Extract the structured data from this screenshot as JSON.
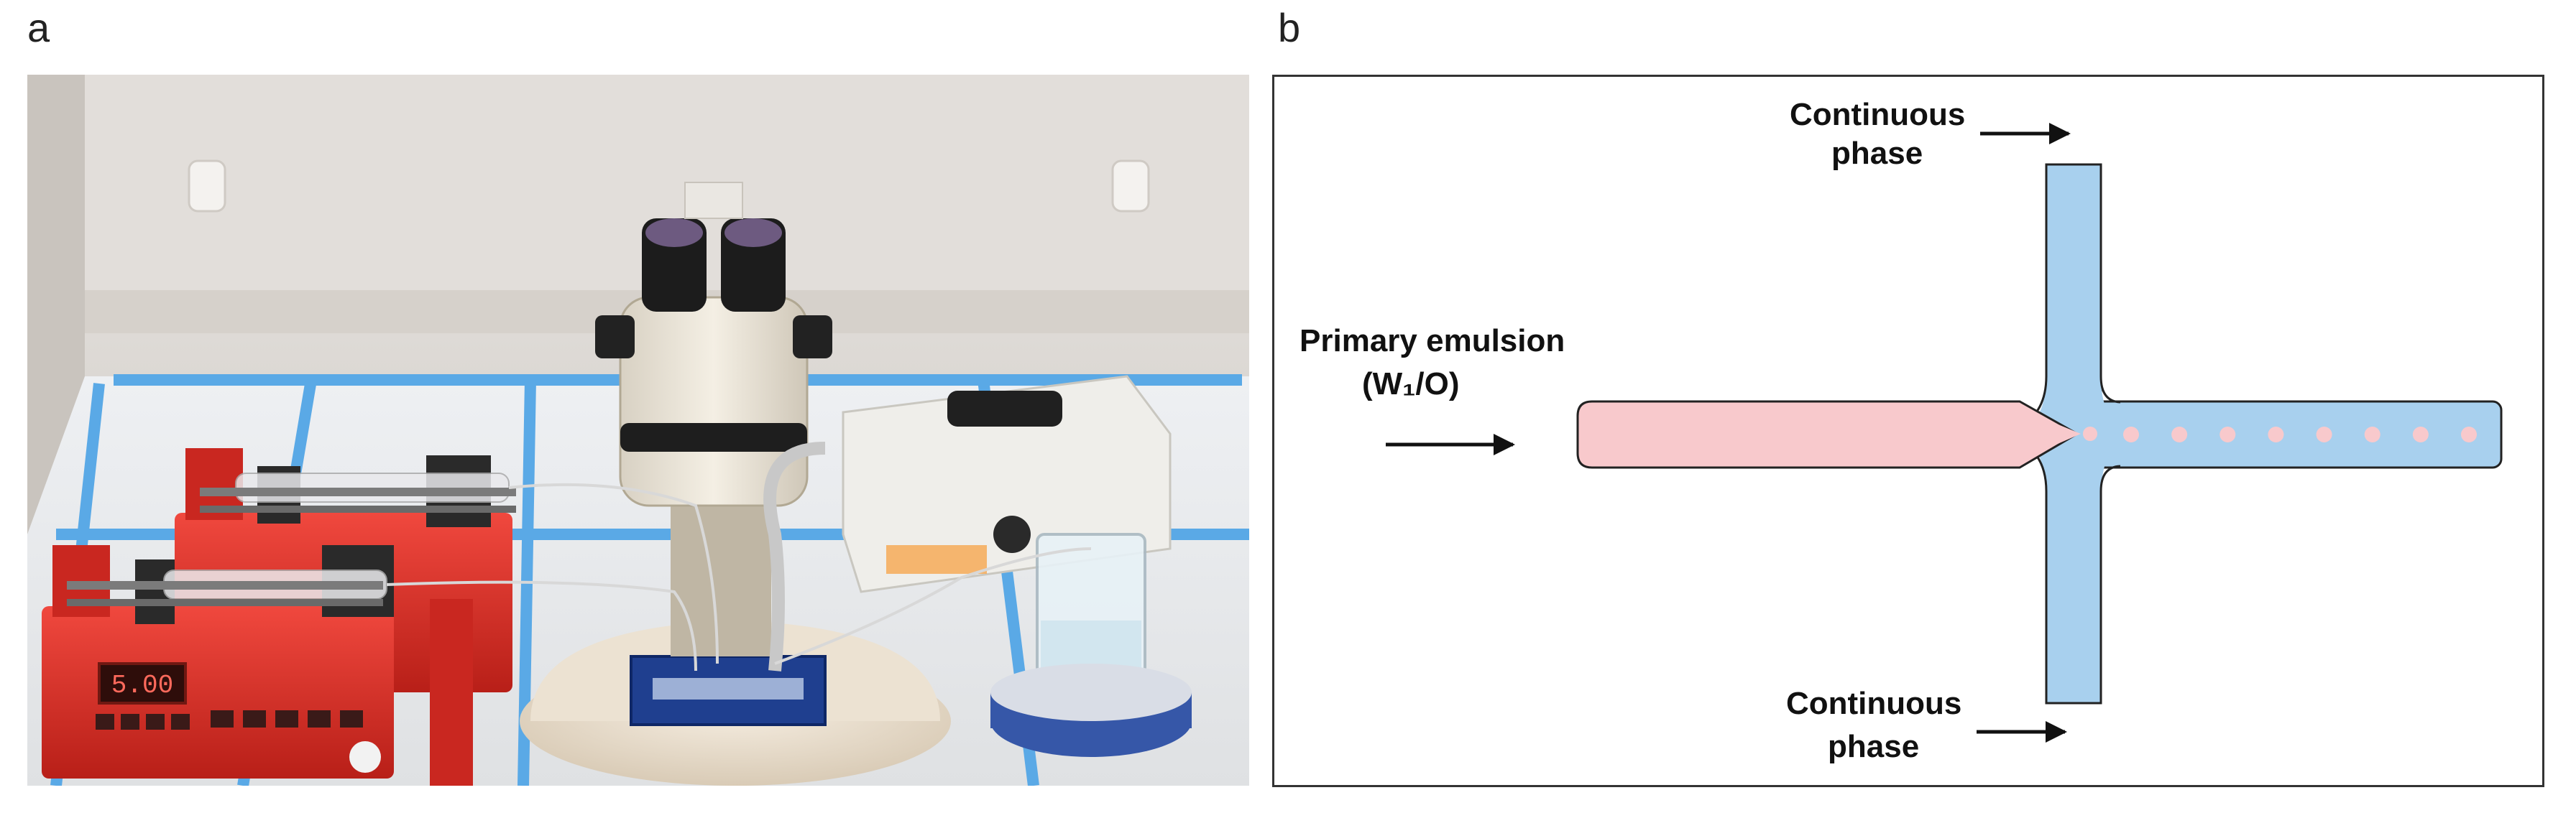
{
  "panels": {
    "a": {
      "label": "a"
    },
    "b": {
      "label": "b"
    }
  },
  "photo": {
    "pump_display": "5.00"
  },
  "schematic": {
    "top_inlet": {
      "line1": "Continuous",
      "line2": "phase"
    },
    "bottom_inlet": {
      "line1": "Continuous",
      "line2": "phase"
    },
    "primary_inlet": {
      "line1": "Primary emulsion",
      "line2": "(W₁/O)"
    },
    "droplet_count": 8
  },
  "colors": {
    "dispersed_phase": "#f8c9cc",
    "continuous_phase": "#a8d0ee",
    "channel_outline": "#222222",
    "droplet": "#f8c9cc",
    "pump_body": "#e8332a",
    "bench_grid": "#5aa9e6"
  }
}
